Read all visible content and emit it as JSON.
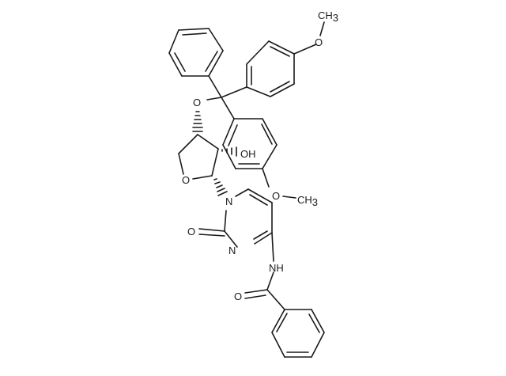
{
  "molecule": {
    "labels": {
      "methyl_top": "CH",
      "methyl_top_sub": "3",
      "o_methoxy_top": "O",
      "o_trityl": "O",
      "hydroxyl": "OH",
      "o_ring": "O",
      "n1": "N",
      "o_methoxy_bottom": "O",
      "methyl_bottom": "CH",
      "methyl_bottom_sub": "3",
      "o_carbonyl_pyr": "O",
      "n3": "N",
      "nh": "NH",
      "o_amide": "O"
    },
    "colors": {
      "bond": "#1a1a1a",
      "background": "#ffffff"
    }
  }
}
